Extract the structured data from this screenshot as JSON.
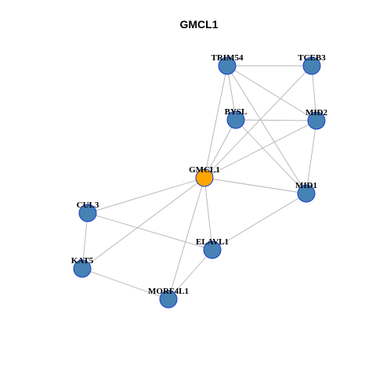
{
  "title": "GMCL1",
  "colors": {
    "hub_fill": "#FFA500",
    "hub_stroke": "#8B5A00",
    "node_fill": "#4682B4",
    "node_stroke": "#1A3CCC",
    "edge": "#B3B3B3"
  },
  "nodes": [
    {
      "id": "TRIM54",
      "label": "TRIM54",
      "hub": false
    },
    {
      "id": "TCEB3",
      "label": "TCEB3",
      "hub": false
    },
    {
      "id": "BYSL",
      "label": "BYSL",
      "hub": false
    },
    {
      "id": "MID2",
      "label": "MID2",
      "hub": false
    },
    {
      "id": "GMCL1",
      "label": "GMCL1",
      "hub": true
    },
    {
      "id": "MID1",
      "label": "MID1",
      "hub": false
    },
    {
      "id": "CUL3",
      "label": "CUL3",
      "hub": false
    },
    {
      "id": "ELAVL1",
      "label": "ELAVL1",
      "hub": false
    },
    {
      "id": "KAT5",
      "label": "KAT5",
      "hub": false
    },
    {
      "id": "MORF4L1",
      "label": "MORF4L1",
      "hub": false
    }
  ],
  "edges": [
    [
      "TRIM54",
      "TCEB3"
    ],
    [
      "TRIM54",
      "BYSL"
    ],
    [
      "TRIM54",
      "MID2"
    ],
    [
      "TRIM54",
      "MID1"
    ],
    [
      "TRIM54",
      "GMCL1"
    ],
    [
      "TCEB3",
      "MID2"
    ],
    [
      "TCEB3",
      "GMCL1"
    ],
    [
      "BYSL",
      "MID2"
    ],
    [
      "BYSL",
      "GMCL1"
    ],
    [
      "BYSL",
      "MID1"
    ],
    [
      "MID2",
      "GMCL1"
    ],
    [
      "MID2",
      "MID1"
    ],
    [
      "GMCL1",
      "MID1"
    ],
    [
      "GMCL1",
      "CUL3"
    ],
    [
      "GMCL1",
      "ELAVL1"
    ],
    [
      "GMCL1",
      "KAT5"
    ],
    [
      "GMCL1",
      "MORF4L1"
    ],
    [
      "MID1",
      "ELAVL1"
    ],
    [
      "CUL3",
      "ELAVL1"
    ],
    [
      "CUL3",
      "KAT5"
    ],
    [
      "KAT5",
      "MORF4L1"
    ],
    [
      "ELAVL1",
      "MORF4L1"
    ]
  ]
}
